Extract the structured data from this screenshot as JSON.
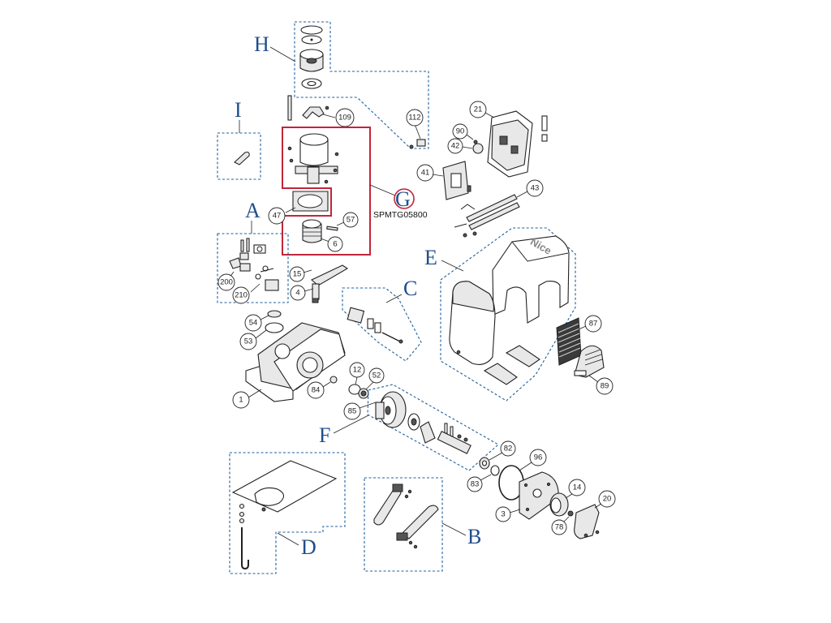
{
  "diagram": {
    "group_labels": {
      "A": "A",
      "B": "B",
      "C": "C",
      "D": "D",
      "E": "E",
      "F": "F",
      "G": "G",
      "H": "H",
      "I": "I"
    },
    "highlight_code": "SPMTG05800",
    "part_numbers": {
      "p1": "1",
      "p3": "3",
      "p4": "4",
      "p6": "6",
      "p12": "12",
      "p14": "14",
      "p15": "15",
      "p20": "20",
      "p21": "21",
      "p41": "41",
      "p42": "42",
      "p43": "43",
      "p47": "47",
      "p52": "52",
      "p53": "53",
      "p54": "54",
      "p57": "57",
      "p78": "78",
      "p82": "82",
      "p83": "83",
      "p84": "84",
      "p85": "85",
      "p87": "87",
      "p89": "89",
      "p90": "90",
      "p96": "96",
      "p109": "109",
      "p112": "112",
      "p200": "200",
      "p210": "210"
    },
    "cover_logo": "Nice",
    "colors": {
      "group_border": "#1f5f9c",
      "highlight": "#c0263a",
      "label": "#1f4e8c"
    }
  }
}
